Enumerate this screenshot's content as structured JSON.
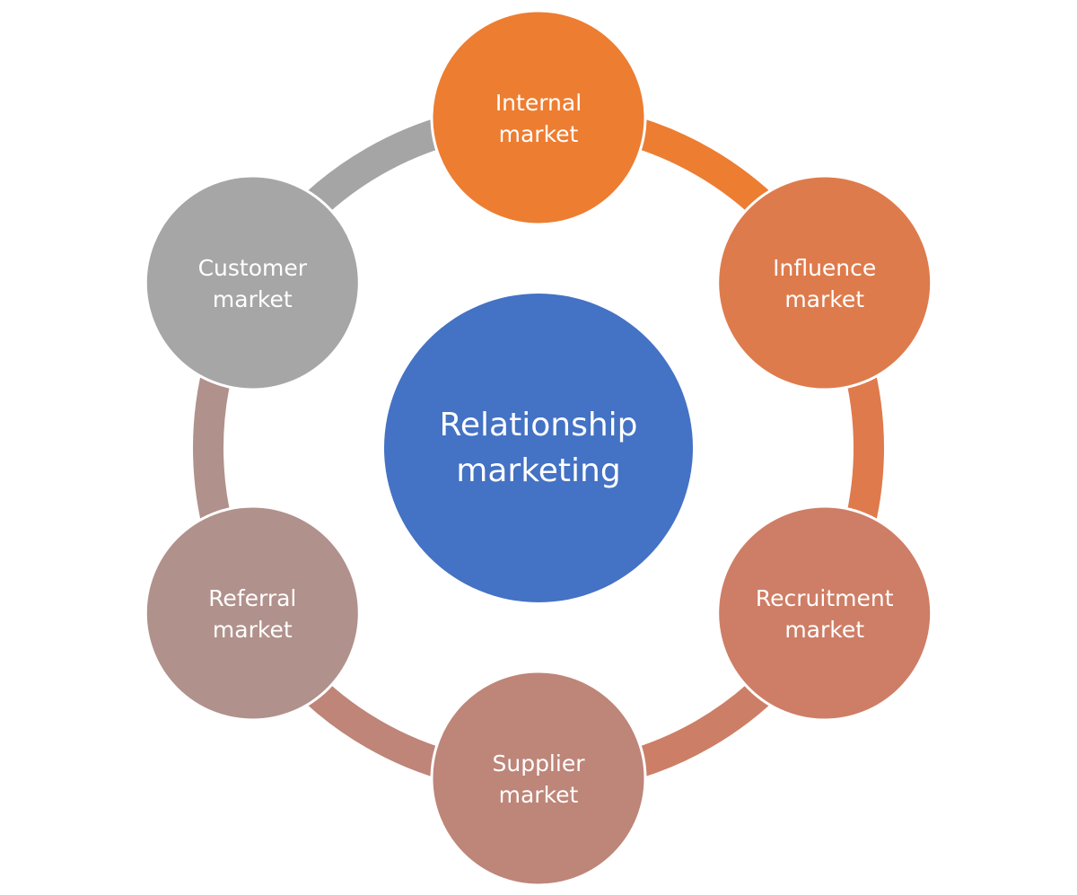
{
  "diagram": {
    "center": {
      "lines": [
        "Relationship",
        "marketing"
      ],
      "color": "#4472C4"
    },
    "nodes": [
      {
        "lines": [
          "Internal",
          "market"
        ],
        "color": "#ED7D31",
        "arc_color": "#ED7D31"
      },
      {
        "lines": [
          "Influence",
          "market"
        ],
        "color": "#DE7B4C",
        "arc_color": "#DF7A4C"
      },
      {
        "lines": [
          "Recruitment",
          "market"
        ],
        "color": "#CE7E66",
        "arc_color": "#CD7E66"
      },
      {
        "lines": [
          "Supplier",
          "market"
        ],
        "color": "#BE8579",
        "arc_color": "#BE8578"
      },
      {
        "lines": [
          "Referral",
          "market"
        ],
        "color": "#B1918C",
        "arc_color": "#B0918C"
      },
      {
        "lines": [
          "Customer",
          "market"
        ],
        "color": "#A6A6A6",
        "arc_color": "#A5A5A5"
      }
    ]
  }
}
